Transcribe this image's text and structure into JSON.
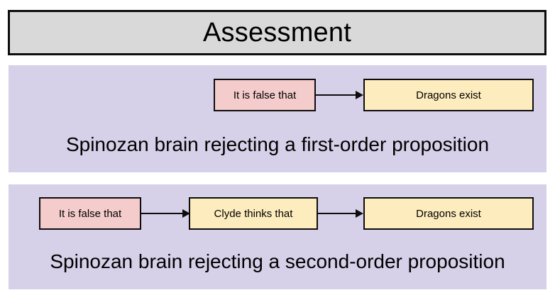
{
  "header": {
    "title": "Assessment"
  },
  "colors": {
    "header_fill": "#d9d9d9",
    "panel_fill": "#d6d0e8",
    "negation_node_fill": "#f5cccc",
    "proposition_node_fill": "#fdecbe",
    "border": "#0d0d0d",
    "page_background": "#ffffff"
  },
  "panels": [
    {
      "id": "first-order",
      "caption": "Spinozan brain rejecting a first-order proposition",
      "nodes": [
        {
          "label": "It is false that",
          "type": "negation"
        },
        {
          "label": "Dragons exist",
          "type": "proposition"
        }
      ],
      "arrows": [
        {
          "from": "It is false that",
          "to": "Dragons exist"
        }
      ]
    },
    {
      "id": "second-order",
      "caption": "Spinozan brain rejecting a second-order proposition",
      "nodes": [
        {
          "label": "It is false that",
          "type": "negation"
        },
        {
          "label": "Clyde thinks that",
          "type": "proposition"
        },
        {
          "label": "Dragons exist",
          "type": "proposition"
        }
      ],
      "arrows": [
        {
          "from": "It is false that",
          "to": "Clyde thinks that"
        },
        {
          "from": "Clyde thinks that",
          "to": "Dragons exist"
        }
      ]
    }
  ]
}
